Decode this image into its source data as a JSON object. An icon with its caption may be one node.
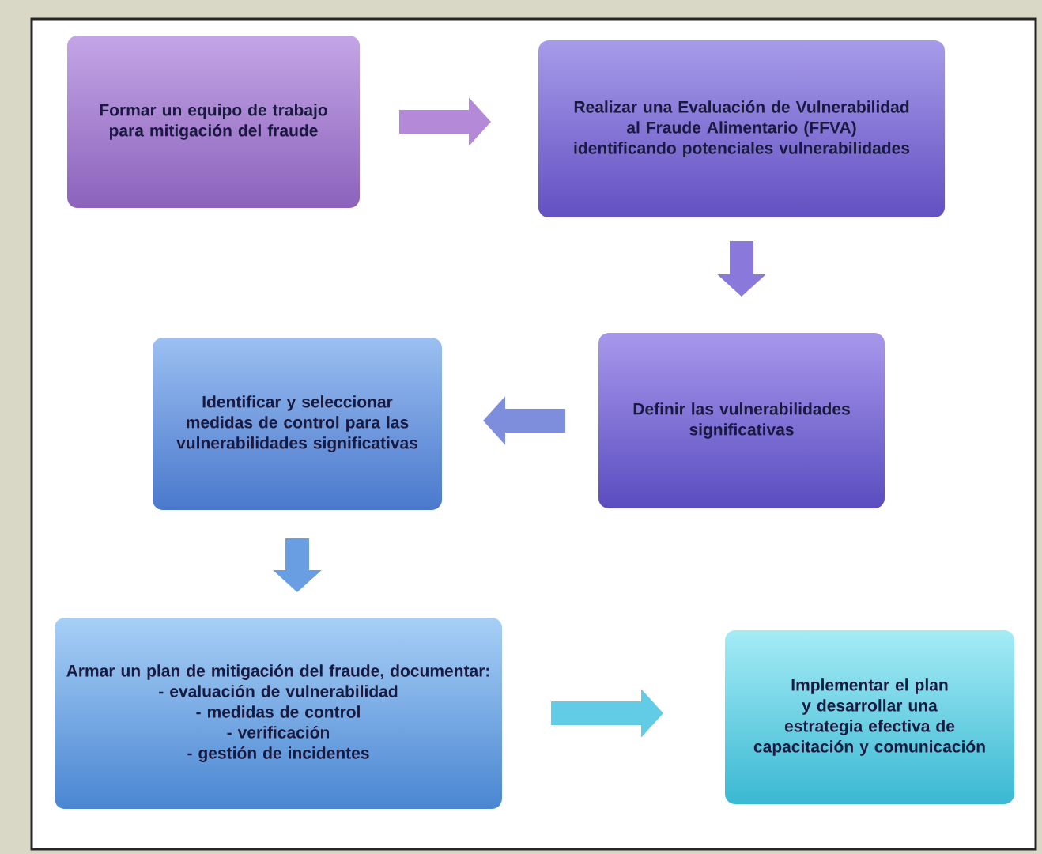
{
  "diagram": {
    "nodes": [
      {
        "text": [
          "Formar un equipo de trabajo para mitigación del fraude"
        ]
      },
      {
        "text": [
          "Realizar una Evaluación de Vulnerabilidad al Fraude Alimentario (FFVA)",
          "identificando potenciales vulnerabilidades"
        ]
      },
      {
        "text": [
          "Definir las vulnerabilidades significativas"
        ]
      },
      {
        "text": [
          "Identificar y seleccionar medidas de control para las vulnerabilidades significativas"
        ]
      },
      {
        "text": [
          "Armar un plan de mitigación del fraude, documentar:",
          "- evaluación de vulnerabilidad",
          "- medidas de control",
          "- verificación",
          "- gestión de incidentes"
        ]
      },
      {
        "text": [
          "Implementar el plan y desarrollar una estrategia efectiva de capacitación y comunicación"
        ]
      }
    ],
    "edges": [
      {
        "from": 0,
        "to": 1,
        "arrow": "to"
      },
      {
        "from": 1,
        "to": 2,
        "arrow": "to"
      },
      {
        "from": 2,
        "to": 3,
        "arrow": "to"
      },
      {
        "from": 3,
        "to": 4,
        "arrow": "to"
      },
      {
        "from": 4,
        "to": 5,
        "arrow": "to"
      }
    ]
  }
}
